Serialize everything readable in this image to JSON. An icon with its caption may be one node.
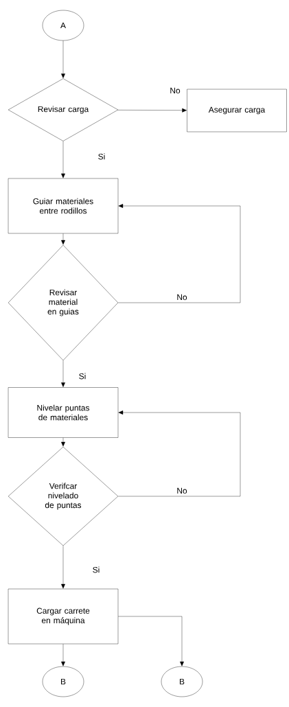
{
  "diagram": {
    "nodes": [
      {
        "text": [
          "A"
        ]
      },
      {
        "text": [
          "Revisar carga"
        ]
      },
      {
        "text": [
          "Asegurar carga"
        ]
      },
      {
        "text": [
          "Guiar materiales entre rodillos"
        ]
      },
      {
        "text": [
          "Revisar material en guias"
        ]
      },
      {
        "text": [
          "Nivelar puntas de materiales"
        ]
      },
      {
        "text": [
          "Verifcar nivelado de puntas"
        ]
      },
      {
        "text": [
          "Cargar carrete en máquina"
        ]
      },
      {
        "text": [
          "B"
        ]
      },
      {
        "text": [
          "B"
        ]
      }
    ],
    "edges": [
      {
        "from": 0,
        "to": 1,
        "arrow": "to"
      },
      {
        "from": 1,
        "to": 2,
        "arrow": "to",
        "label": "No"
      },
      {
        "from": 1,
        "to": 3,
        "arrow": "to",
        "label": "Si"
      },
      {
        "from": 3,
        "to": 4,
        "arrow": "to"
      },
      {
        "from": 4,
        "to": 3,
        "arrow": "to",
        "label": "No"
      },
      {
        "from": 4,
        "to": 5,
        "arrow": "to",
        "label": "Si"
      },
      {
        "from": 5,
        "to": 6,
        "arrow": "to"
      },
      {
        "from": 6,
        "to": 5,
        "arrow": "to",
        "label": "No"
      },
      {
        "from": 6,
        "to": 7,
        "arrow": "to",
        "label": "Si"
      },
      {
        "from": 7,
        "to": 8,
        "arrow": "to"
      },
      {
        "from": 7,
        "to": 9,
        "arrow": "to"
      }
    ]
  }
}
